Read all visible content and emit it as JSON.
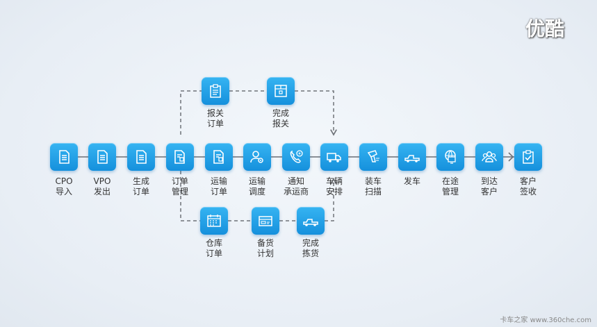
{
  "watermark": "优酷",
  "footer": "卡车之家 www.360che.com",
  "main_flow": [
    {
      "id": "cpo",
      "line1": "CPO",
      "line2": "导入",
      "icon": "document-icon"
    },
    {
      "id": "vpo",
      "line1": "VPO",
      "line2": "发出",
      "icon": "document-icon"
    },
    {
      "id": "gen",
      "line1": "生成",
      "line2": "订单",
      "icon": "document-icon"
    },
    {
      "id": "mgmt",
      "line1": "订单",
      "line2": "管理",
      "icon": "document-edit-icon"
    },
    {
      "id": "trans",
      "line1": "运输",
      "line2": "订单",
      "icon": "document-edit-icon"
    },
    {
      "id": "dispatch",
      "line1": "运输",
      "line2": "调度",
      "icon": "user-gear-icon"
    },
    {
      "id": "notify",
      "line1": "通知",
      "line2": "承运商",
      "icon": "phone-icon"
    },
    {
      "id": "arrange",
      "line1": "车辆",
      "line2": "安排",
      "icon": "truck-icon"
    },
    {
      "id": "scan",
      "line1": "装车",
      "line2": "扫描",
      "icon": "scanner-icon"
    },
    {
      "id": "ship",
      "line1": "发车",
      "line2": "",
      "icon": "pickup-truck-icon"
    },
    {
      "id": "transit",
      "line1": "在途",
      "line2": "管理",
      "icon": "globe-monitor-icon"
    },
    {
      "id": "arrive",
      "line1": "到达",
      "line2": "客户",
      "icon": "people-icon"
    },
    {
      "id": "sign",
      "line1": "客户",
      "line2": "签收",
      "icon": "clipboard-check-icon"
    }
  ],
  "upper_flow": [
    {
      "id": "customs",
      "line1": "报关",
      "line2": "订单",
      "icon": "clipboard-icon"
    },
    {
      "id": "customs_done",
      "line1": "完成",
      "line2": "报关",
      "icon": "box-icon"
    }
  ],
  "lower_flow": [
    {
      "id": "warehouse",
      "line1": "仓库",
      "line2": "订单",
      "icon": "calendar-icon"
    },
    {
      "id": "stock",
      "line1": "备货",
      "line2": "计划",
      "icon": "card-icon"
    },
    {
      "id": "picking",
      "line1": "完成",
      "line2": "拣货",
      "icon": "pickup-truck-icon"
    }
  ],
  "colors": {
    "tile": "#1e9ee6",
    "line": "#8a8f96",
    "dash": "#6f7378"
  }
}
